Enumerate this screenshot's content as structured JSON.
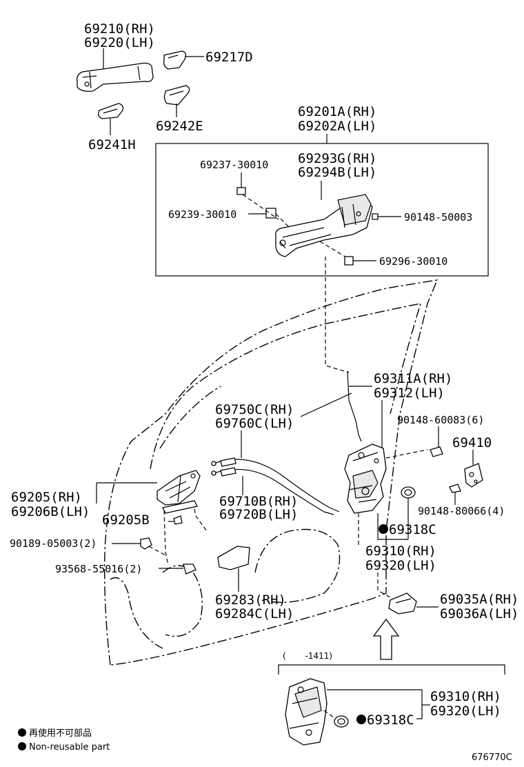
{
  "parts": {
    "outside_handle": {
      "line1": "69210(RH)",
      "line2": "69220(LH)"
    },
    "cover_69217D": "69217D",
    "cover_69242E": "69242E",
    "pad_69241H": "69241H",
    "frame_assy": {
      "line1": "69201A(RH)",
      "line2": "69202A(LH)"
    },
    "frame_sub": {
      "line1": "69293G(RH)",
      "line2": "69294B(LH)"
    },
    "bolt_69237": "69237-30010",
    "bolt_69239": "69239-30010",
    "screw_90148_50003": "90148-50003",
    "bolt_69296": "69296-30010",
    "rod": {
      "line1": "69311A(RH)",
      "line2": "69312(LH)"
    },
    "cable_upper": {
      "line1": "69750C(RH)",
      "line2": "69760C(LH)"
    },
    "screw_90148_60083": "90148-60083(6)",
    "striker": "69410",
    "inside_handle": {
      "line1": "69205(RH)",
      "line2": "69206B(LH)"
    },
    "bezel_69205B": "69205B",
    "cable_lower": {
      "line1": "69710B(RH)",
      "line2": "69720B(LH)"
    },
    "screw_90148_80066": "90148-80066(4)",
    "clip_90189": "90189-05003(2)",
    "seal_69318C": "69318C",
    "lock_assy": {
      "line1": "69310(RH)",
      "line2": "69320(LH)"
    },
    "screw_93568": "93568-55016(2)",
    "cover_69283": {
      "line1": "69283(RH)",
      "line2": "69284C(LH)"
    },
    "protector": {
      "line1": "69035A(RH)",
      "line2": "69036A(LH)"
    },
    "inset_lock_assy": {
      "line1": "69310(RH)",
      "line2": "69320(LH)"
    },
    "inset_seal": "69318C"
  },
  "inset": {
    "date_range": "(　　 -1411)"
  },
  "legend": {
    "line_jp": "再使用不可部品",
    "line_en": "Non-reusable part"
  },
  "diagram_id": "676770C"
}
